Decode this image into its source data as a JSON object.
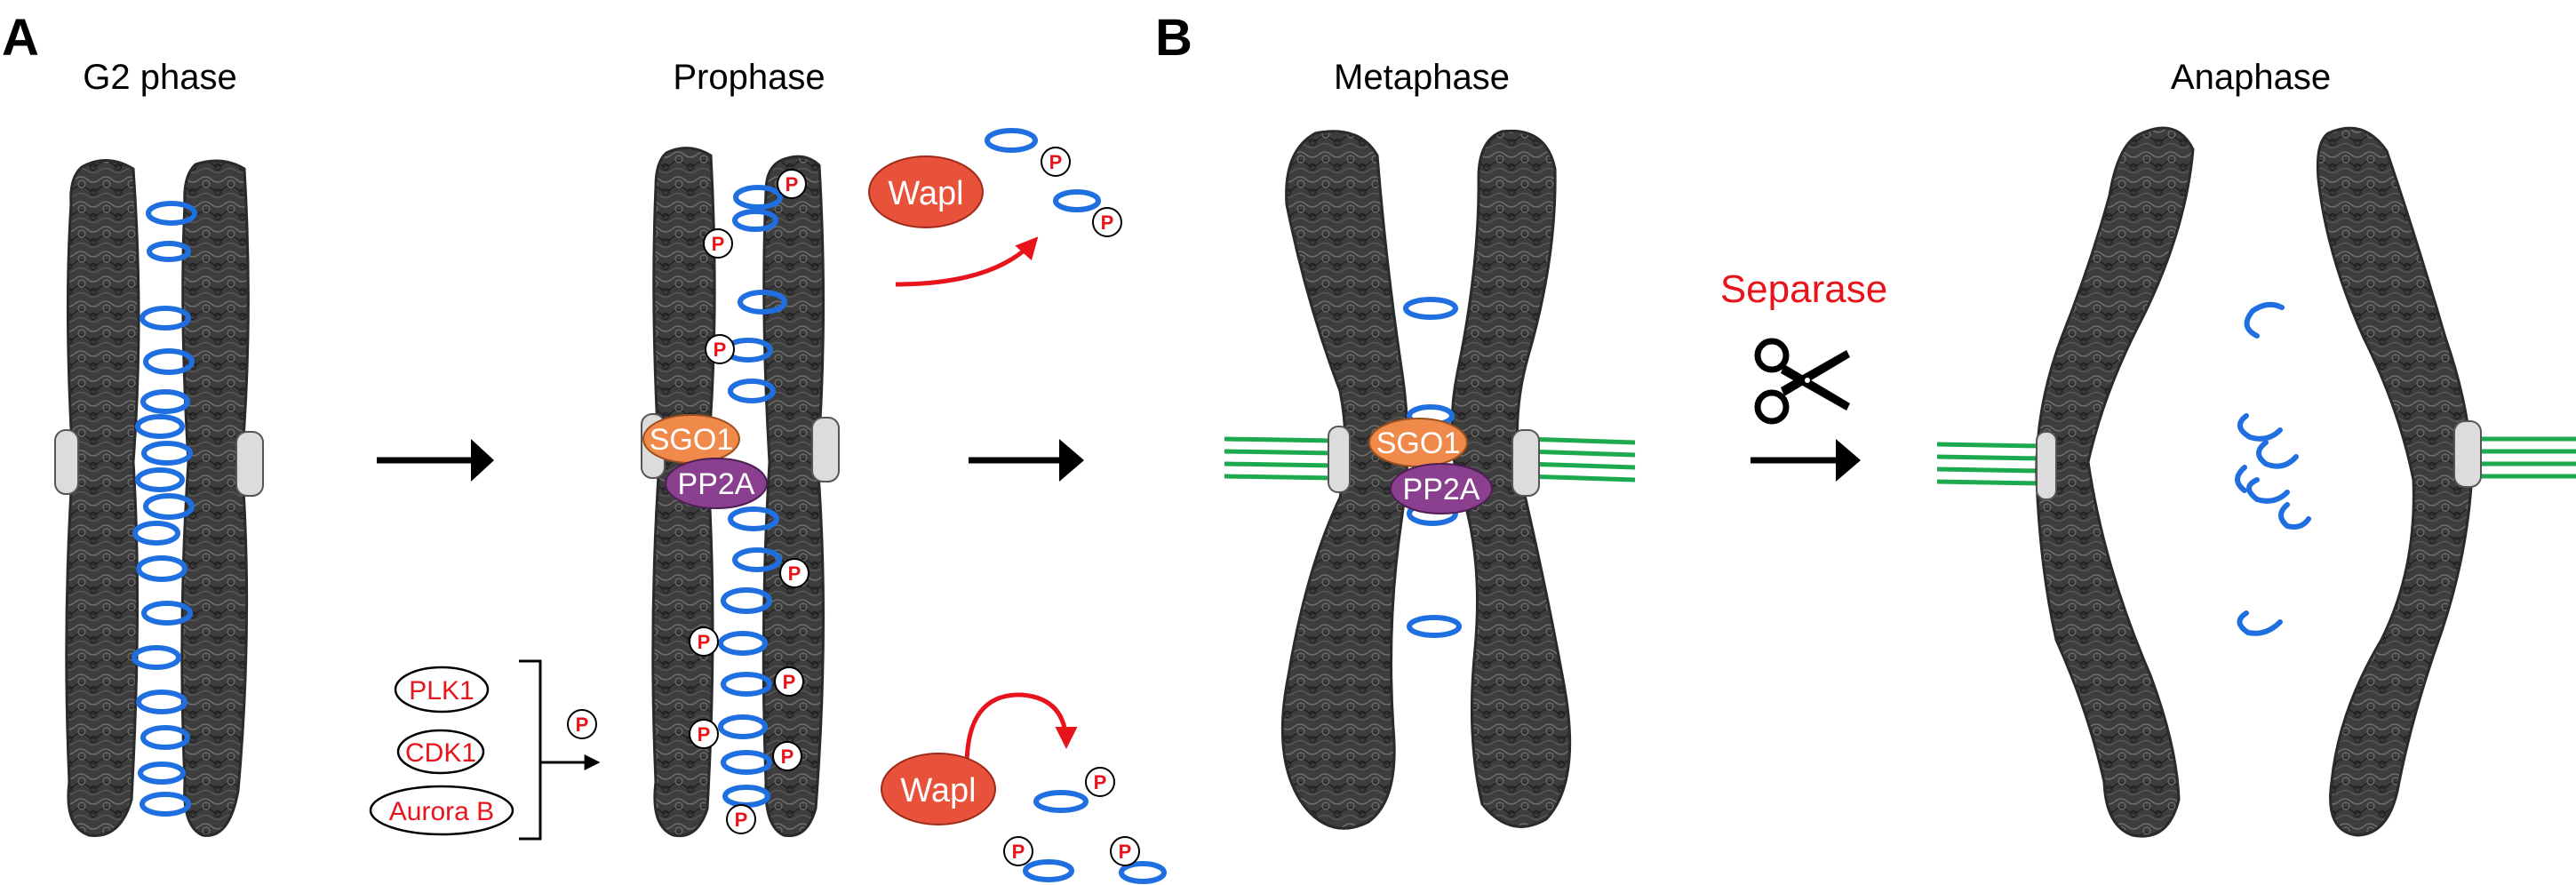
{
  "panels": [
    {
      "letter": "A",
      "stages": [
        "G2 phase",
        "Prophase"
      ]
    },
    {
      "letter": "B",
      "stages": [
        "Metaphase",
        "Anaphase"
      ]
    }
  ],
  "kinases": [
    "PLK1",
    "CDK1",
    "Aurora B"
  ],
  "phospho_label": "P",
  "wapl_label": "Wapl",
  "sgo1_label": "SGO1",
  "pp2a_label": "PP2A",
  "separase_label": "Separase",
  "icons": [
    "scissors-icon",
    "arrow-icon",
    "cohesin-ring-icon",
    "kinetochore-icon",
    "microtubule-icon"
  ],
  "colors": {
    "chromatin": "#3d3d3d",
    "cohesin": "#1f6fe0",
    "wapl": "#e8513a",
    "sgo1": "#f08a4b",
    "pp2a": "#8b3f8f",
    "microtubule": "#1daa4f",
    "kinetochore": "#d9d9d9",
    "accent_red": "#e8141b"
  }
}
